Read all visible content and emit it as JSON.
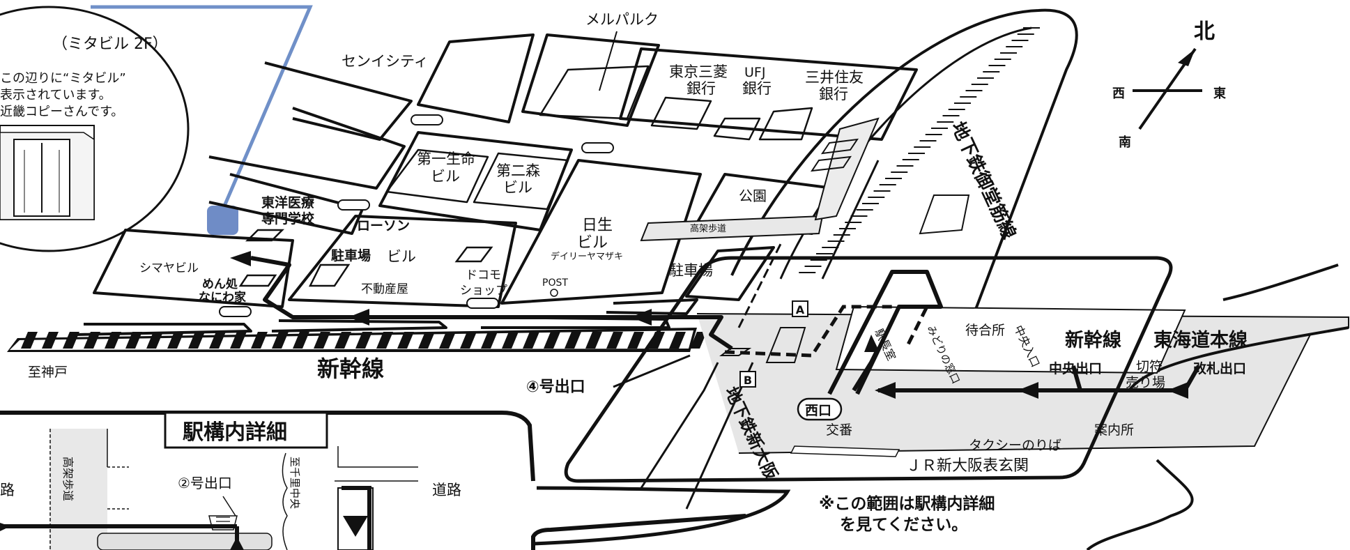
{
  "inset": {
    "title": "（ミタビル 2F）",
    "note_line1": "この辺りに“ミタビル”",
    "note_line2": "表示されています。",
    "note_line3": "近畿コピーさんです。"
  },
  "compass": {
    "north": "北",
    "east": "東",
    "west": "西",
    "south": "南"
  },
  "labels": {
    "melparque": "メルパルク",
    "senni_city": "センイシティ",
    "tokyo_mitsubishi_1": "東京三菱",
    "tokyo_mitsubishi_2": "銀行",
    "ufj_1": "UFJ",
    "ufj_2": "銀行",
    "mitsui_1": "三井住友",
    "mitsui_2": "銀行",
    "daiichi_1": "第一生命",
    "daiichi_2": "ビル",
    "daini_1": "第二森",
    "daini_2": "ビル",
    "toyo_1": "東洋医療",
    "toyo_2": "専門学校",
    "lawson": "ローソン",
    "parking1": "駐車場",
    "bldg": "ビル",
    "fudosan": "不動産屋",
    "shimaya": "シマヤビル",
    "menya_1": "めん処",
    "menya_2": "なにわ家",
    "docomo_1": "ドコモ",
    "docomo_2": "ショップ",
    "nissei_1": "日生",
    "nissei_2": "ビル",
    "daily": "デイリーヤマザキ",
    "post": "POST",
    "park": "公園",
    "walkway": "高架歩道",
    "parking2": "駐車場",
    "subway_midosuji": "地下鉄御堂筋線",
    "to_kobe": "至神戸",
    "shinkansen": "新幹線",
    "exit4": "④号出口",
    "waiting": "待合所",
    "central_entry": "中央入口",
    "ekicho": "駅長室",
    "midori": "みどりの窓口",
    "shinkansen_line": "新幹線",
    "tokaido_line": "東海道本線",
    "central_exit": "中央出口",
    "ticket_1": "切符",
    "ticket_2": "売り場",
    "kaisatsu": "改札出口",
    "west_exit": "西口",
    "koban": "交番",
    "taxi": "タクシーのりば",
    "info": "案内所",
    "jr_entrance": "ＪＲ新大阪表玄関",
    "subway_shinosaka": "地下鉄新大阪",
    "box_a": "A",
    "box_b": "B",
    "range_note_1": "※この範囲は駅構内詳細",
    "range_note_2": "を見てください。",
    "detail_title": "駅構内詳細",
    "walkway_vertical": "高架歩道",
    "exit2": "②号出口",
    "to_senri": "至千里中央",
    "road": "道路",
    "road_left": "路"
  }
}
